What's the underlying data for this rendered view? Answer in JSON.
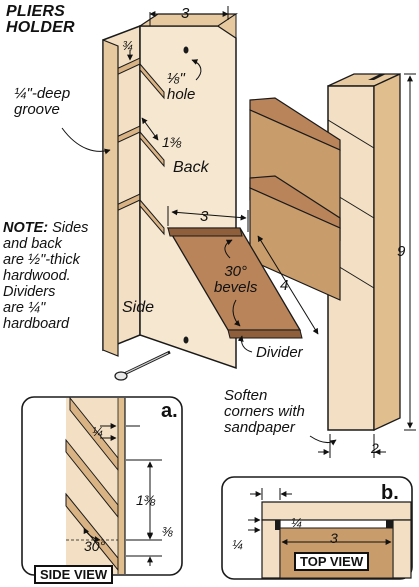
{
  "title": {
    "line1": "PLIERS",
    "line2": "HOLDER"
  },
  "labels": {
    "groove": "¼\"-deep groove",
    "groove_l1": "¼\"-deep",
    "groove_l2": "groove",
    "hole_l1": "⅛\"",
    "hole_l2": "hole",
    "back": "Back",
    "side": "Side",
    "bevels_l1": "30°",
    "bevels_l2": "bevels",
    "divider": "Divider",
    "soften_l1": "Soften",
    "soften_l2": "corners with",
    "soften_l3": "sandpaper"
  },
  "note": {
    "bold": "NOTE:",
    "line1": " Sides",
    "line2": "and back",
    "line3": "are ½\"-thick",
    "line4": "hardwood.",
    "line5": "Dividers",
    "line6": "are ¼\"",
    "line7": "hardboard"
  },
  "dimensions": {
    "top_width": "3",
    "groove_offset": "¾",
    "groove_spacing": "1⅜",
    "divider_width": "3",
    "divider_length": "4",
    "side_height": "9",
    "side_depth": "2"
  },
  "detail_a": {
    "badge": "a.",
    "title": "SIDE VIEW",
    "dim_quarter": "¼",
    "dim_spacing": "1⅜",
    "dim_three_eighths": "⅜",
    "angle": "30°"
  },
  "detail_b": {
    "badge": "b.",
    "title": "TOP VIEW",
    "dim_quarter_a": "¼",
    "dim_quarter_b": "¼",
    "dim_width": "3"
  },
  "colors": {
    "wood_light": "#F3E0C4",
    "wood_mid": "#E7C9A0",
    "wood_dark": "#C99C6C",
    "hardboard": "#B98459",
    "hardboard_dark": "#8E5F3A",
    "outline": "#1a1a1a"
  }
}
